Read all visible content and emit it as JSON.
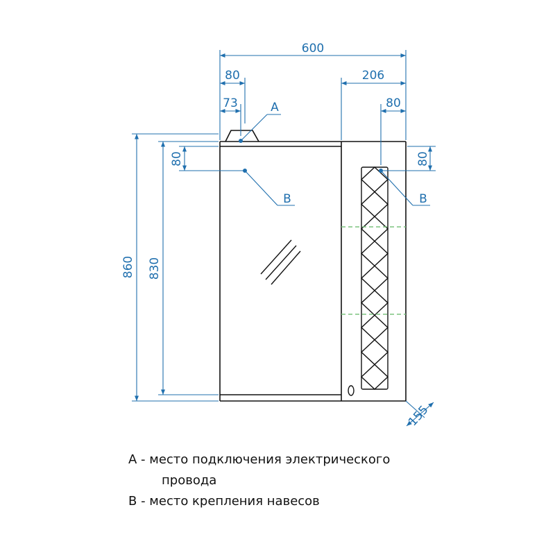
{
  "dimensions": {
    "total_width": "600",
    "left_offset": "80",
    "cable_offset": "73",
    "right_section": "206",
    "right_offset": "80",
    "left_hang_height": "80",
    "right_hang_height": "80",
    "total_height": "860",
    "body_height": "830",
    "depth": "155"
  },
  "markers": {
    "a": "A",
    "b_left": "B",
    "b_right": "B"
  },
  "legend": {
    "a_line": "A - место подключения электрического",
    "a_line_cont": "провода",
    "b_line": "B - место крепления навесов"
  },
  "colors": {
    "dimension": "#1f6fae",
    "outline": "#111111",
    "shelf": "#7bc47f"
  }
}
